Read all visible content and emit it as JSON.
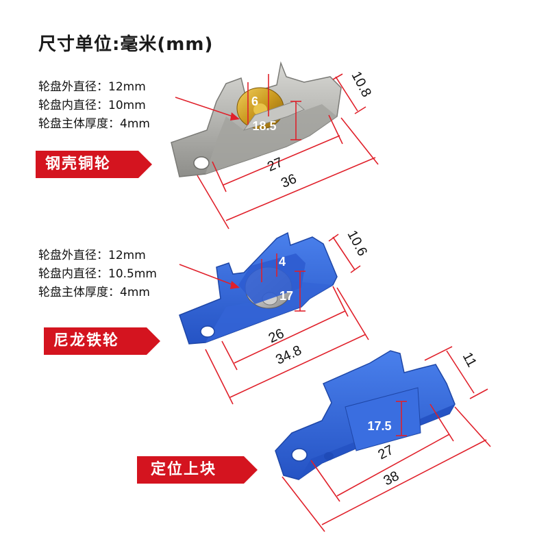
{
  "title": "尺寸单位:毫米(mm)",
  "colors": {
    "dimension": "#e0202a",
    "tag": "#d4141f",
    "steel": "#b9b9b5",
    "brass": "#c9981e",
    "nylon": "#2f62d8"
  },
  "products": [
    {
      "tag": "钢壳铜轮",
      "specs": [
        "轮盘外直径：12mm",
        "轮盘内直径：10mm",
        "轮盘主体厚度：4mm"
      ],
      "dims": {
        "width": "6",
        "height": "18.5",
        "depth": "10.8",
        "inner": "27",
        "outer": "36"
      }
    },
    {
      "tag": "尼龙铁轮",
      "specs": [
        "轮盘外直径：12mm",
        "轮盘内直径：10.5mm",
        "轮盘主体厚度：4mm"
      ],
      "dims": {
        "width": "4",
        "height": "17",
        "depth": "10.6",
        "inner": "26",
        "outer": "34.8"
      }
    },
    {
      "tag": "定位上块",
      "dims": {
        "height": "17.5",
        "depth": "11",
        "inner": "27",
        "outer": "38"
      }
    }
  ]
}
